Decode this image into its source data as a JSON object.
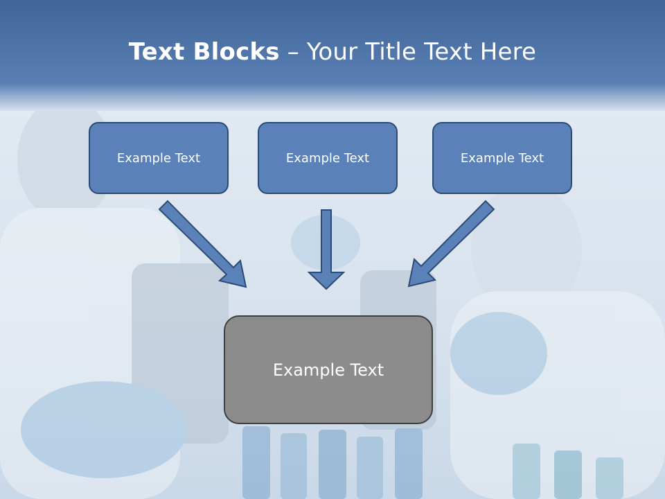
{
  "title": {
    "bold": "Text Blocks",
    "dash": " – ",
    "rest": "Your Title Text Here"
  },
  "top_boxes": [
    {
      "label": "Example Text"
    },
    {
      "label": "Example Text"
    },
    {
      "label": "Example Text"
    }
  ],
  "target_box": {
    "label": "Example Text"
  },
  "colors": {
    "header": "#4a72a8",
    "box_fill": "#5a82b8",
    "box_border": "#2c4b74",
    "target_fill": "#8c8c8c",
    "target_border": "#3f3f3f",
    "arrow_fill": "#5a82b8",
    "arrow_border": "#2c4b74",
    "background": "#dfe8f2"
  }
}
